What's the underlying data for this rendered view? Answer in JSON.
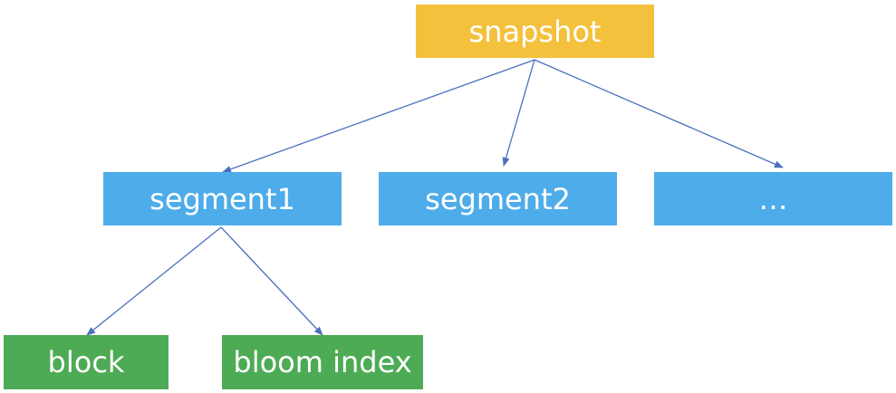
{
  "colors": {
    "root": "#F4C13D",
    "segment": "#4EACEA",
    "leaf": "#4EAB55",
    "edge": "#4A6FBF",
    "text": "#FFFFFF"
  },
  "nodes": {
    "snapshot": "snapshot",
    "segment1": "segment1",
    "segment2": "segment2",
    "segment_more": "…",
    "block": "block",
    "bloom_index": "bloom index"
  },
  "edges": [
    {
      "from": "snapshot",
      "to": "segment1"
    },
    {
      "from": "snapshot",
      "to": "segment2"
    },
    {
      "from": "snapshot",
      "to": "segment_more"
    },
    {
      "from": "segment1",
      "to": "block"
    },
    {
      "from": "segment1",
      "to": "bloom_index"
    }
  ]
}
